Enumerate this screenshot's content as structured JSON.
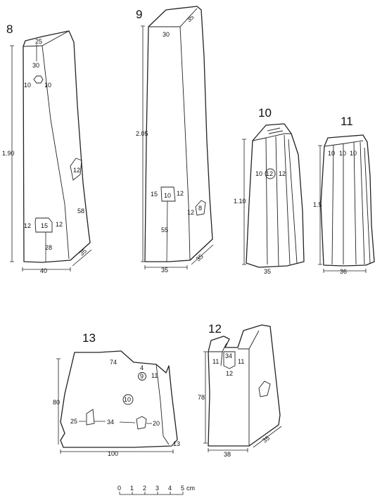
{
  "stones": {
    "s8": {
      "number": "8",
      "d_top": "25",
      "d_hole_dist": "30",
      "d_hole_l": "10",
      "d_hole_r": "10",
      "d_side_hole": "12",
      "d_height": "1.90",
      "d_lower_l": "12",
      "d_lower_in": "15",
      "d_lower_r": "12",
      "d_lower_h": "28",
      "d_side_h": "58",
      "d_width": "40",
      "d_depth": "35"
    },
    "s9": {
      "number": "9",
      "d_top": "30",
      "d_top_r": "35",
      "d_height": "2.05",
      "d_hole_l": "15",
      "d_hole_in": "10",
      "d_hole_r": "12",
      "d_hole_h": "55",
      "d_side_hole": "12",
      "d_side_in": "8",
      "d_width": "35",
      "d_depth": "35"
    },
    "s10": {
      "number": "10",
      "d_height": "1.10",
      "d_l": "10",
      "d_c": "12",
      "d_r": "12",
      "d_width": "35"
    },
    "s11": {
      "number": "11",
      "d_height": "1.5",
      "d_a": "10",
      "d_b": "10",
      "d_c": "10",
      "d_width": "36"
    },
    "s13": {
      "number": "13",
      "d_top": "74",
      "d_h": "80",
      "d_4": "4",
      "d_9": "9",
      "d_11": "11",
      "d_10": "10",
      "d_25": "25",
      "d_34": "34",
      "d_20": "20",
      "d_width": "100",
      "d_13": "13"
    },
    "s12": {
      "number": "12",
      "d_l": "11",
      "d_c": "34",
      "d_r": "11",
      "d_c2": "12",
      "d_h": "78",
      "d_width": "38",
      "d_depth": "35"
    }
  },
  "scale": {
    "ticks": [
      "0",
      "1",
      "2",
      "3",
      "4",
      "5"
    ],
    "unit": "cm"
  }
}
